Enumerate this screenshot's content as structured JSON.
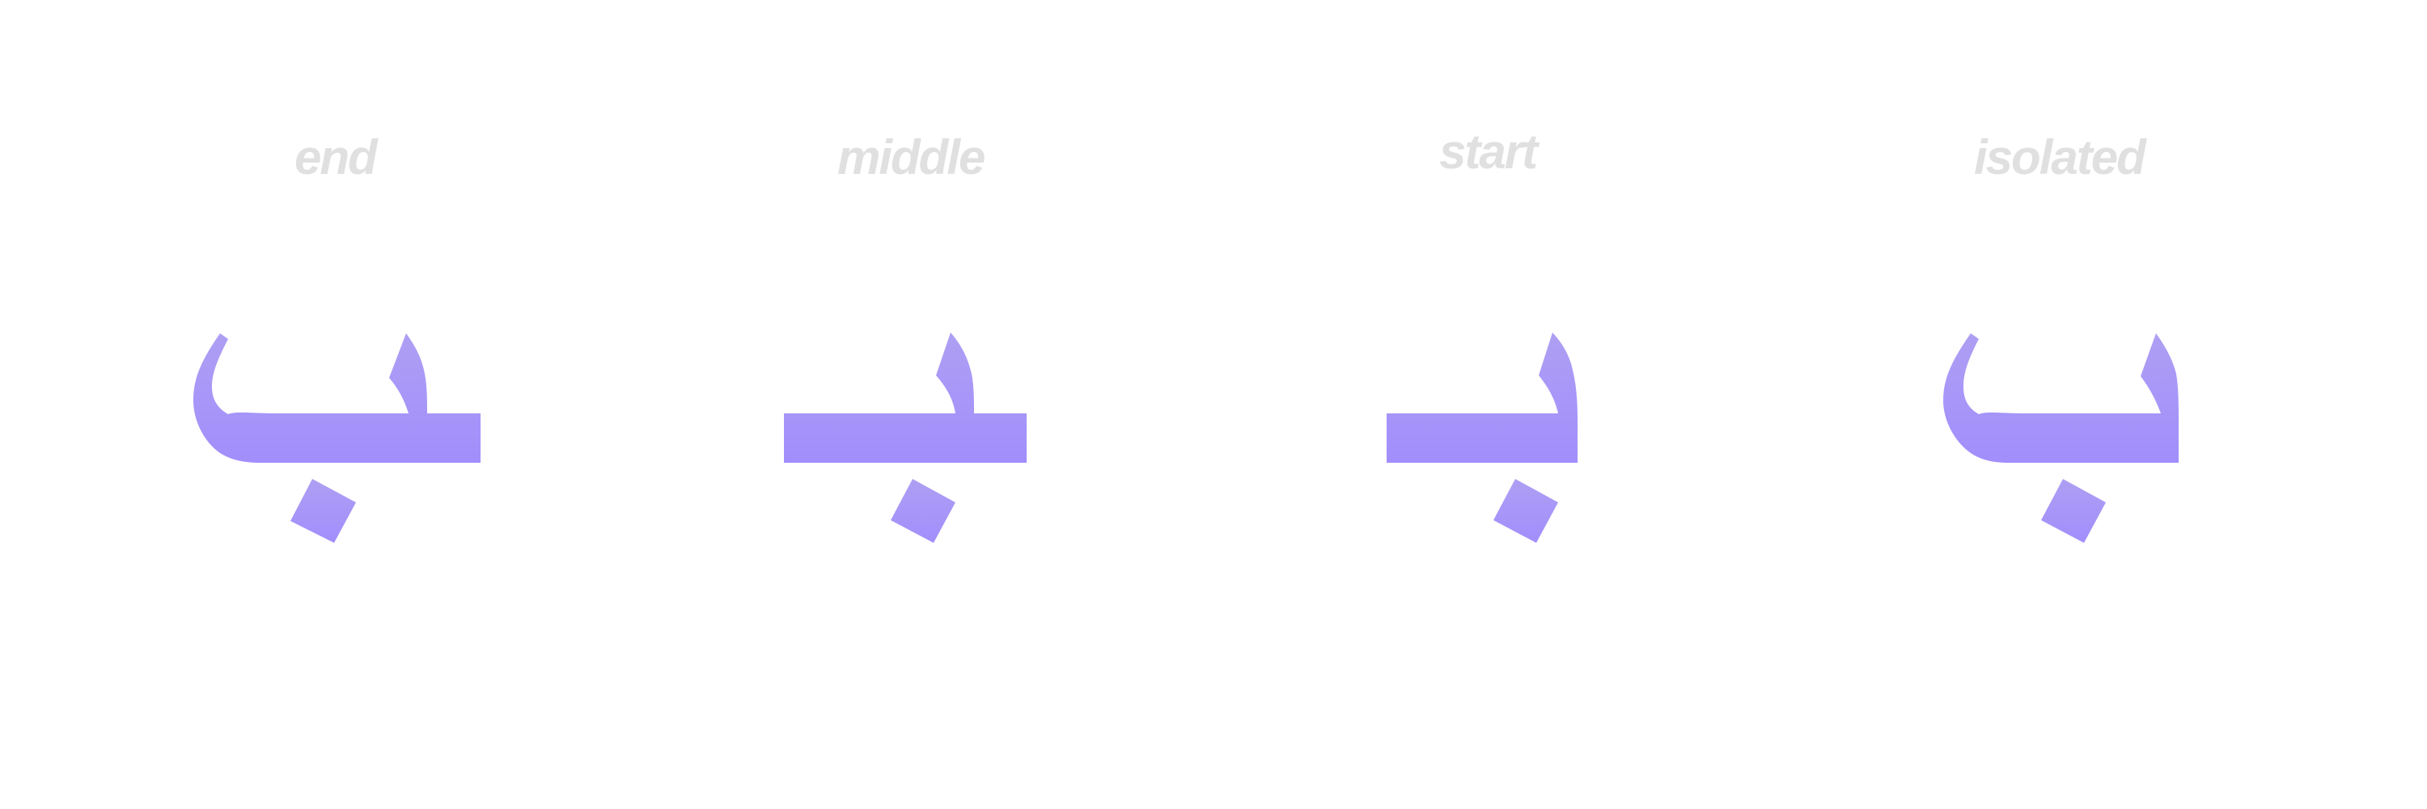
{
  "letter": "ب",
  "glyph_color_top": "#ae9ff3",
  "glyph_color_bottom": "#a28efc",
  "label_color": "#e0e0e0",
  "forms": [
    {
      "id": "end",
      "label": "end"
    },
    {
      "id": "middle",
      "label": "middle"
    },
    {
      "id": "start",
      "label": "start"
    },
    {
      "id": "isolated",
      "label": "isolated"
    }
  ]
}
